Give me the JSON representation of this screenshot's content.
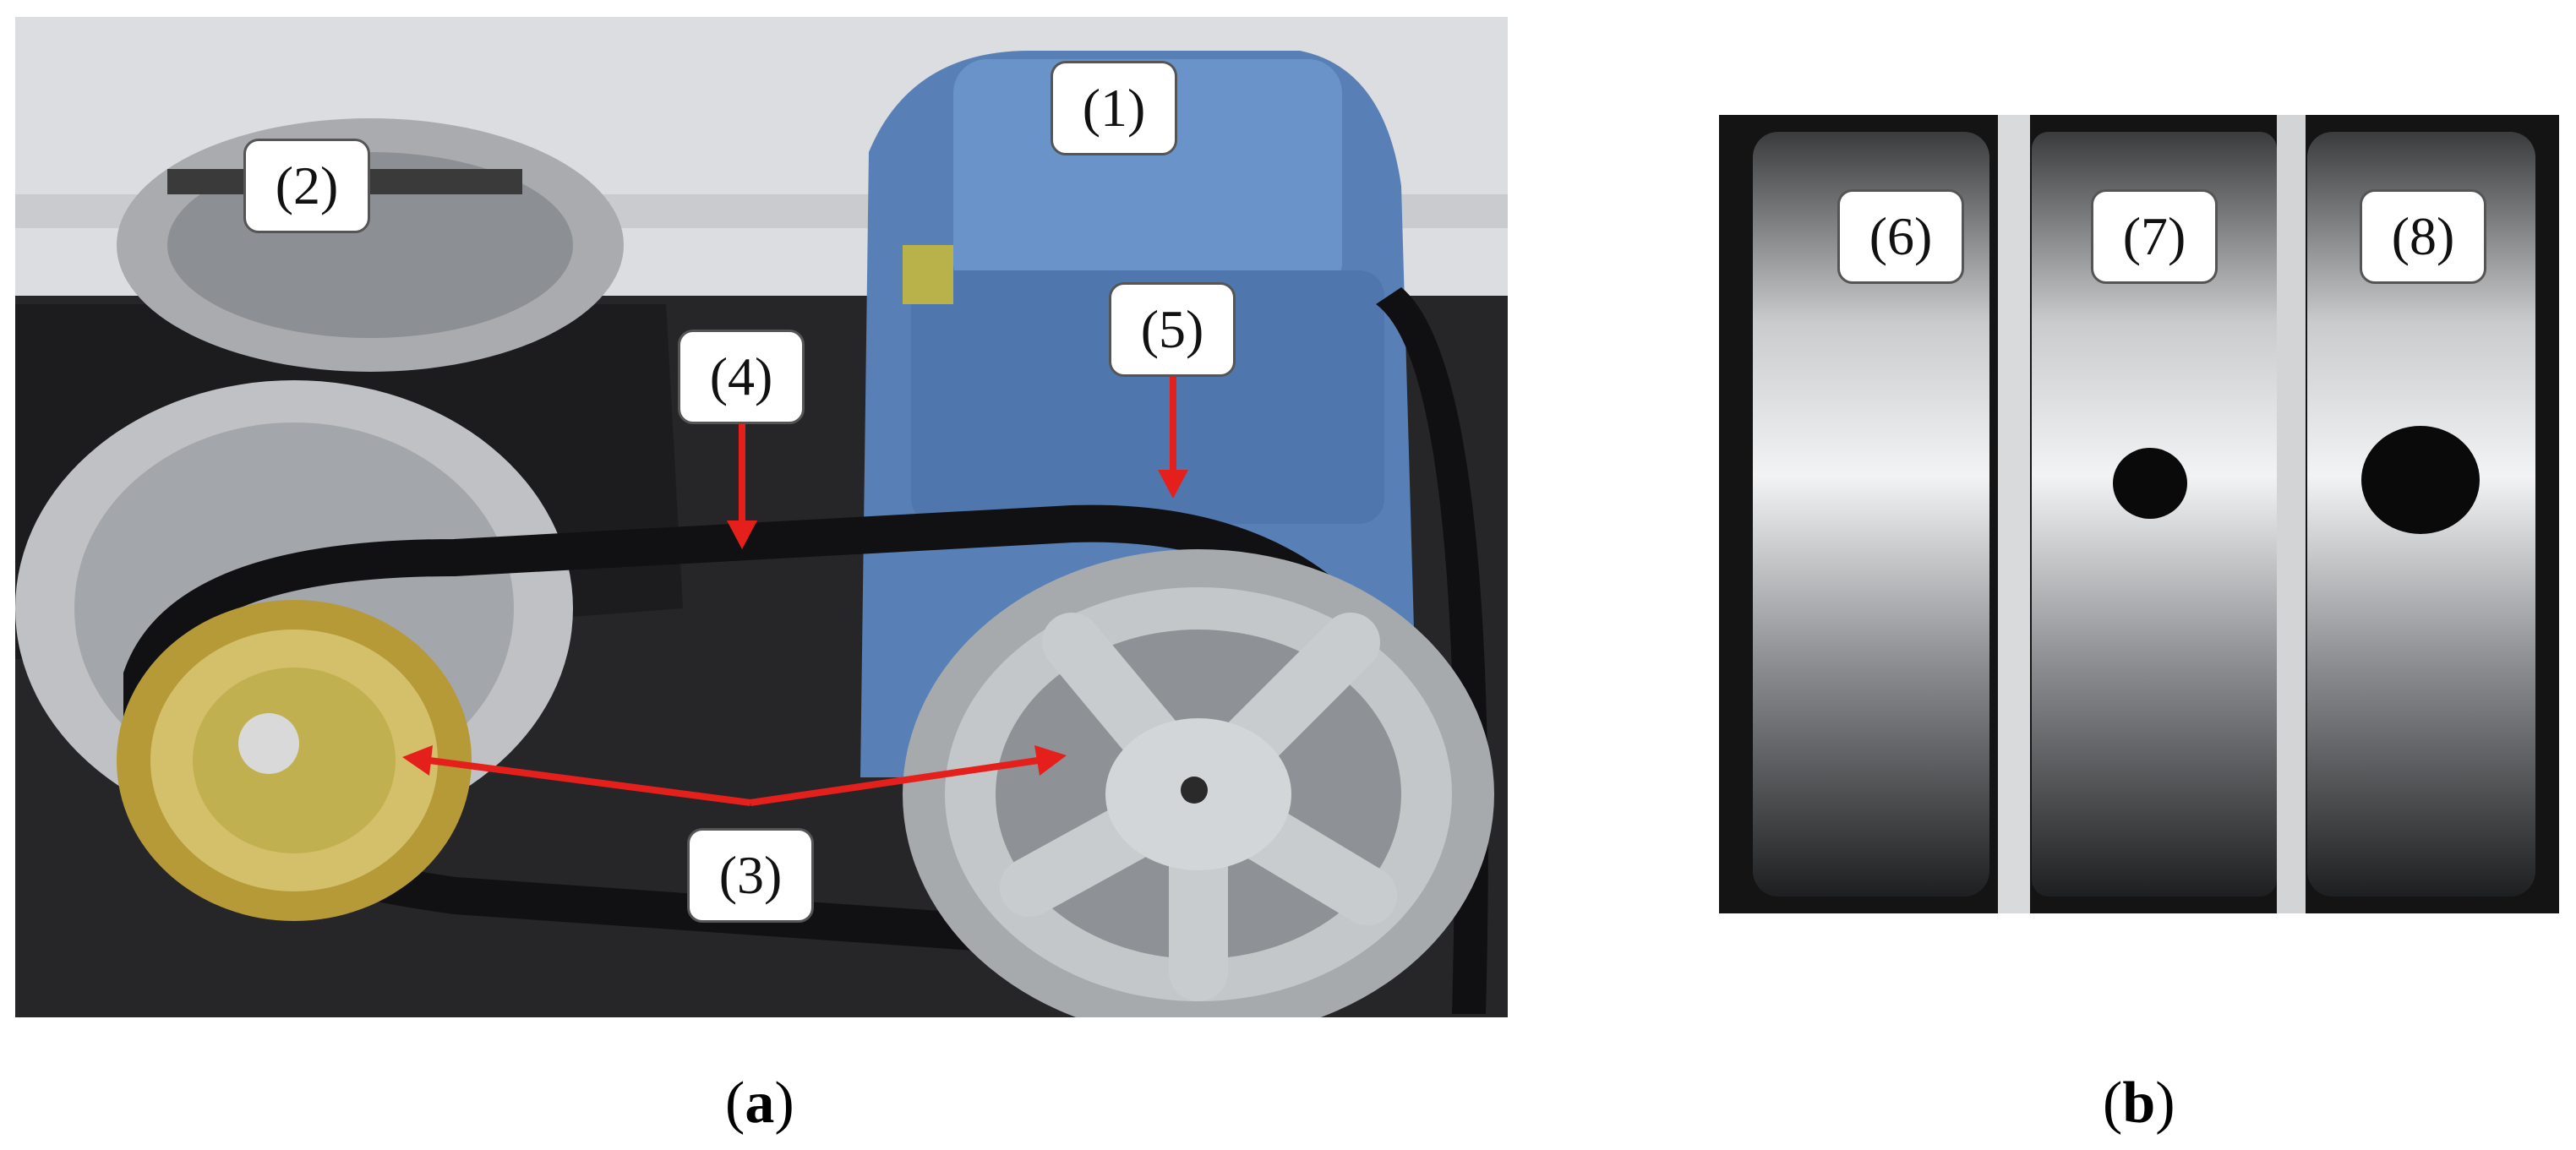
{
  "panels": [
    {
      "id": "a",
      "caption_open": "(",
      "caption_letter": "a",
      "caption_close": ")",
      "labels": [
        "(1)",
        "(2)",
        "(3)",
        "(4)",
        "(5)"
      ]
    },
    {
      "id": "b",
      "caption_open": "(",
      "caption_letter": "b",
      "caption_close": ")",
      "labels": [
        "(6)",
        "(7)",
        "(8)"
      ]
    }
  ],
  "colors": {
    "arrow": "#e5201c",
    "motor_blue": "#5b86bd",
    "pulley_silver": "#b9bcbf",
    "brass": "#c9b04a",
    "wall": "#d9dadc"
  }
}
